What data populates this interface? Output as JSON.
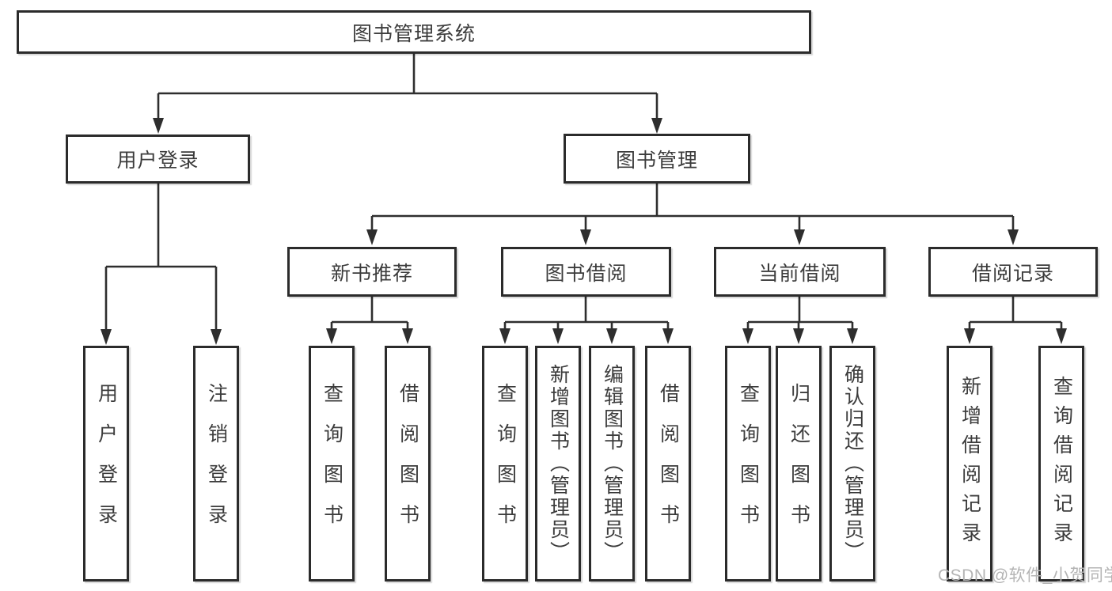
{
  "tree": {
    "root": {
      "label": "图书管理系统"
    },
    "branches": [
      {
        "label": "用户登录",
        "children": [
          {
            "label": "用户登录"
          },
          {
            "label": "注销登录"
          }
        ]
      },
      {
        "label": "图书管理",
        "children": [
          {
            "label": "新书推荐",
            "children": [
              {
                "label": "查询图书"
              },
              {
                "label": "借阅图书"
              }
            ]
          },
          {
            "label": "图书借阅",
            "children": [
              {
                "label": "查询图书"
              },
              {
                "label": "新增图书（管理员）"
              },
              {
                "label": "编辑图书（管理员）"
              },
              {
                "label": "借阅图书"
              }
            ]
          },
          {
            "label": "当前借阅",
            "children": [
              {
                "label": "查询图书"
              },
              {
                "label": "归还图书"
              },
              {
                "label": "确认归还（管理员）"
              }
            ]
          },
          {
            "label": "借阅记录",
            "children": [
              {
                "label": "新增借阅记录"
              },
              {
                "label": "查询借阅记录"
              }
            ]
          }
        ]
      }
    ]
  },
  "watermark": "CSDN @软件_小贺同学",
  "colors": {
    "background": "#ffffff",
    "box_border": "#2b2b2b",
    "connector": "#2e2e2e",
    "text": "#3c3c3c",
    "watermark_text": "#b4b4b4"
  }
}
